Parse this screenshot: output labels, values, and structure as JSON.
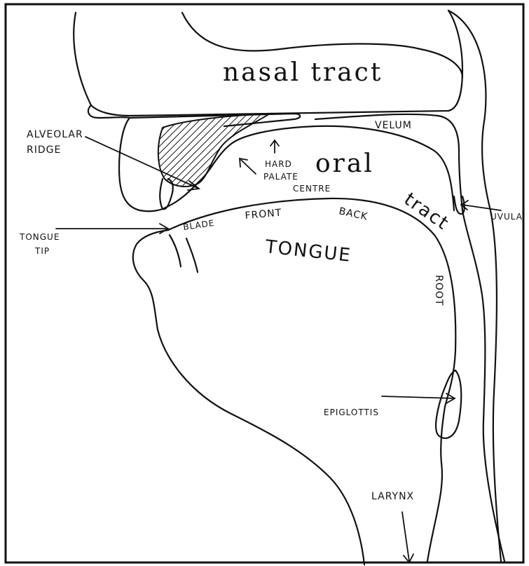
{
  "diagram": {
    "labels": {
      "nasal_tract": "nasal tract",
      "velum": "VELUM",
      "alveolar_ridge_line1": "ALVEOLAR",
      "alveolar_ridge_line2": "RIDGE",
      "hard_palate_line1": "HARD",
      "hard_palate_line2": "PALATE",
      "oral": "oral",
      "tract": "tract",
      "centre": "CENTRE",
      "uvula": "UVULA",
      "tongue_tip_line1": "TONGUE",
      "tongue_tip_line2": "TIP",
      "blade": "BLADE",
      "front": "FRONT",
      "back": "BACK",
      "tongue": "TONGUE",
      "root": "ROOT",
      "epiglottis": "EPIGLOTTIS",
      "larynx": "LARYNX"
    },
    "colors": {
      "ink": "#111111",
      "paper": "#ffffff"
    }
  }
}
